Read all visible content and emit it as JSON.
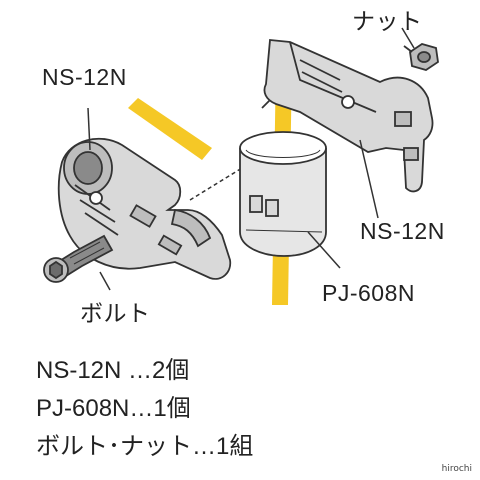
{
  "labels": {
    "nut": "ナット",
    "ns12n_left": "NS-12N",
    "ns12n_right": "NS-12N",
    "pj608n": "PJ-608N",
    "bolt": "ボルト"
  },
  "parts_list": [
    {
      "text": "NS-12N …2個"
    },
    {
      "text": "PJ-608N…1個"
    },
    {
      "text": "ボルト･ナット…1組"
    }
  ],
  "watermark": "hirochi",
  "colors": {
    "pipe": "#f5c826",
    "metal_light": "#d9d9d9",
    "metal_mid": "#bdbdbd",
    "metal_dark": "#8a8a8a",
    "outline": "#333333"
  }
}
